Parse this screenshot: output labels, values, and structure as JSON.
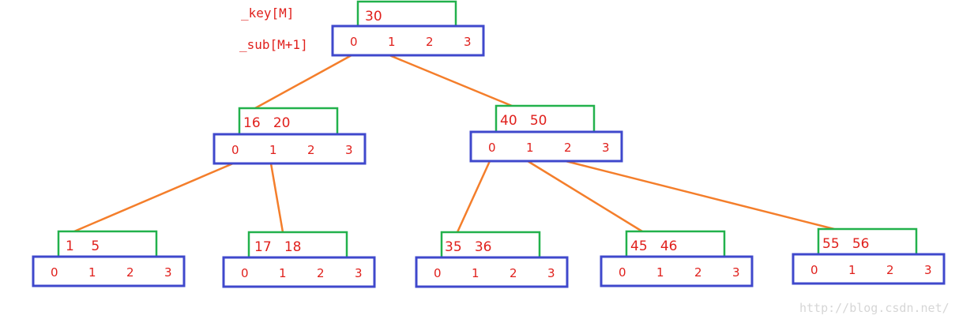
{
  "labels": {
    "key": "_key[M]",
    "sub": "_sub[M+1]"
  },
  "watermark": "http://blog.csdn.net/",
  "colors": {
    "key_box": "#22b14c",
    "sub_box": "#3f48cc",
    "edge": "#f47e2b",
    "text": "#e0201c"
  },
  "nodes": [
    {
      "id": "root",
      "keys": "30",
      "slots": [
        "0",
        "1",
        "2",
        "3"
      ]
    },
    {
      "id": "left",
      "keys": "16   20",
      "slots": [
        "0",
        "1",
        "2",
        "3"
      ]
    },
    {
      "id": "right",
      "keys": "40   50",
      "slots": [
        "0",
        "1",
        "2",
        "3"
      ]
    },
    {
      "id": "leaf-1-5",
      "keys": "1    5",
      "slots": [
        "0",
        "1",
        "2",
        "3"
      ]
    },
    {
      "id": "leaf-17-18",
      "keys": "17   18",
      "slots": [
        "0",
        "1",
        "2",
        "3"
      ]
    },
    {
      "id": "leaf-35-36",
      "keys": "35   36",
      "slots": [
        "0",
        "1",
        "2",
        "3"
      ]
    },
    {
      "id": "leaf-45-46",
      "keys": "45   46",
      "slots": [
        "0",
        "1",
        "2",
        "3"
      ]
    },
    {
      "id": "leaf-55-56",
      "keys": "55   56",
      "slots": [
        "0",
        "1",
        "2",
        "3"
      ]
    }
  ],
  "edges": [
    {
      "from": "root",
      "slot": 0,
      "to": "left"
    },
    {
      "from": "root",
      "slot": 1,
      "to": "right"
    },
    {
      "from": "left",
      "slot": 0,
      "to": "leaf-1-5"
    },
    {
      "from": "left",
      "slot": 1,
      "to": "leaf-17-18"
    },
    {
      "from": "right",
      "slot": 0,
      "to": "leaf-35-36"
    },
    {
      "from": "right",
      "slot": 1,
      "to": "leaf-45-46"
    },
    {
      "from": "right",
      "slot": 2,
      "to": "leaf-55-56"
    }
  ]
}
